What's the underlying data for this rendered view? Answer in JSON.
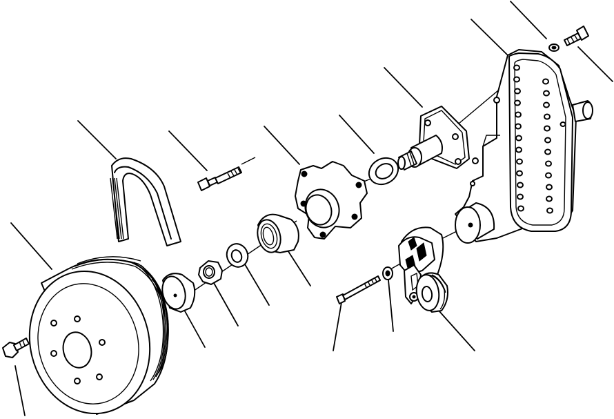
{
  "diagram": {
    "kind": "exploded-parts-drawing",
    "labels": [],
    "parts": [
      {
        "id": "bolt-upper-right",
        "icon": "bolt-icon"
      },
      {
        "id": "washer-upper-right",
        "icon": "washer-icon"
      },
      {
        "id": "mounting-plate",
        "icon": "plate-icon"
      },
      {
        "id": "pivot-shaft",
        "icon": "shaft-icon"
      },
      {
        "id": "seal-ring",
        "icon": "ring-icon"
      },
      {
        "id": "hub",
        "icon": "hub-icon"
      },
      {
        "id": "bolt-middle",
        "icon": "bolt-icon"
      },
      {
        "id": "drive-belt",
        "icon": "belt-icon"
      },
      {
        "id": "bearing",
        "icon": "bearing-icon"
      },
      {
        "id": "thrust-washer",
        "icon": "washer-icon"
      },
      {
        "id": "nut",
        "icon": "nut-icon"
      },
      {
        "id": "dust-cap",
        "icon": "cap-icon"
      },
      {
        "id": "pulley",
        "icon": "pulley-icon"
      },
      {
        "id": "bolt-pulley",
        "icon": "bolt-icon"
      },
      {
        "id": "idler-pulley",
        "icon": "pulley-icon"
      },
      {
        "id": "tensioner",
        "icon": "tensioner-icon"
      },
      {
        "id": "washer-tensioner",
        "icon": "washer-icon"
      },
      {
        "id": "bolt-tensioner",
        "icon": "bolt-icon"
      }
    ]
  }
}
